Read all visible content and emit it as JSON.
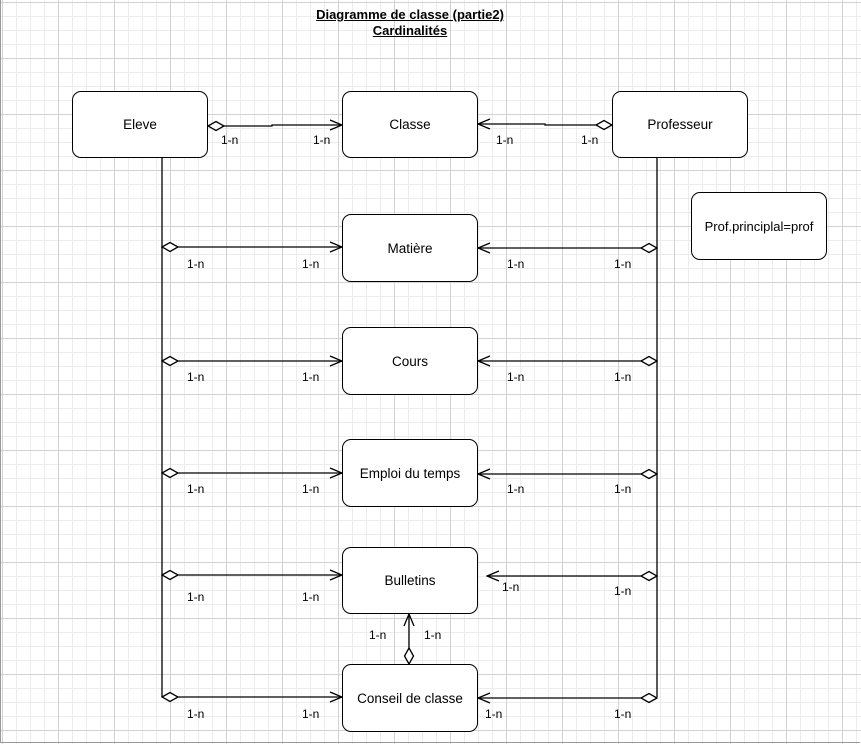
{
  "title": {
    "line1": "Diagramme de classe (partie2)",
    "line2": "Cardinalités"
  },
  "classes": {
    "eleve": "Eleve",
    "classe": "Classe",
    "professeur": "Professeur",
    "matiere": "Matière",
    "cours": "Cours",
    "emploi": "Emploi du temps",
    "bulletins": "Bulletins",
    "conseil": "Conseil de classe"
  },
  "note": "Prof.principlal=prof",
  "cardinalities": {
    "eleve_classe_src": "1-n",
    "eleve_classe_dst": "1-n",
    "prof_classe_dst": "1-n",
    "prof_classe_src": "1-n",
    "eleve_matiere_src": "1-n",
    "eleve_matiere_dst": "1-n",
    "prof_matiere_dst": "1-n",
    "prof_matiere_src": "1-n",
    "eleve_cours_src": "1-n",
    "eleve_cours_dst": "1-n",
    "prof_cours_dst": "1-n",
    "prof_cours_src": "1-n",
    "eleve_emploi_src": "1-n",
    "eleve_emploi_dst": "1-n",
    "prof_emploi_dst": "1-n",
    "prof_emploi_src": "1-n",
    "eleve_bulletins_src": "1-n",
    "eleve_bulletins_dst": "1-n",
    "prof_bulletins_dst": "1-n",
    "prof_bulletins_src": "1-n",
    "conseil_bulletins_left": "1-n",
    "conseil_bulletins_right": "1-n",
    "eleve_conseil_src": "1-n",
    "eleve_conseil_dst": "1-n",
    "prof_conseil_dst": "1-n",
    "prof_conseil_src": "1-n"
  },
  "colors": {
    "line": "#000000",
    "box_fill": "#ffffff",
    "grid_major": "#d2d2d2",
    "grid_minor": "#ececec"
  }
}
